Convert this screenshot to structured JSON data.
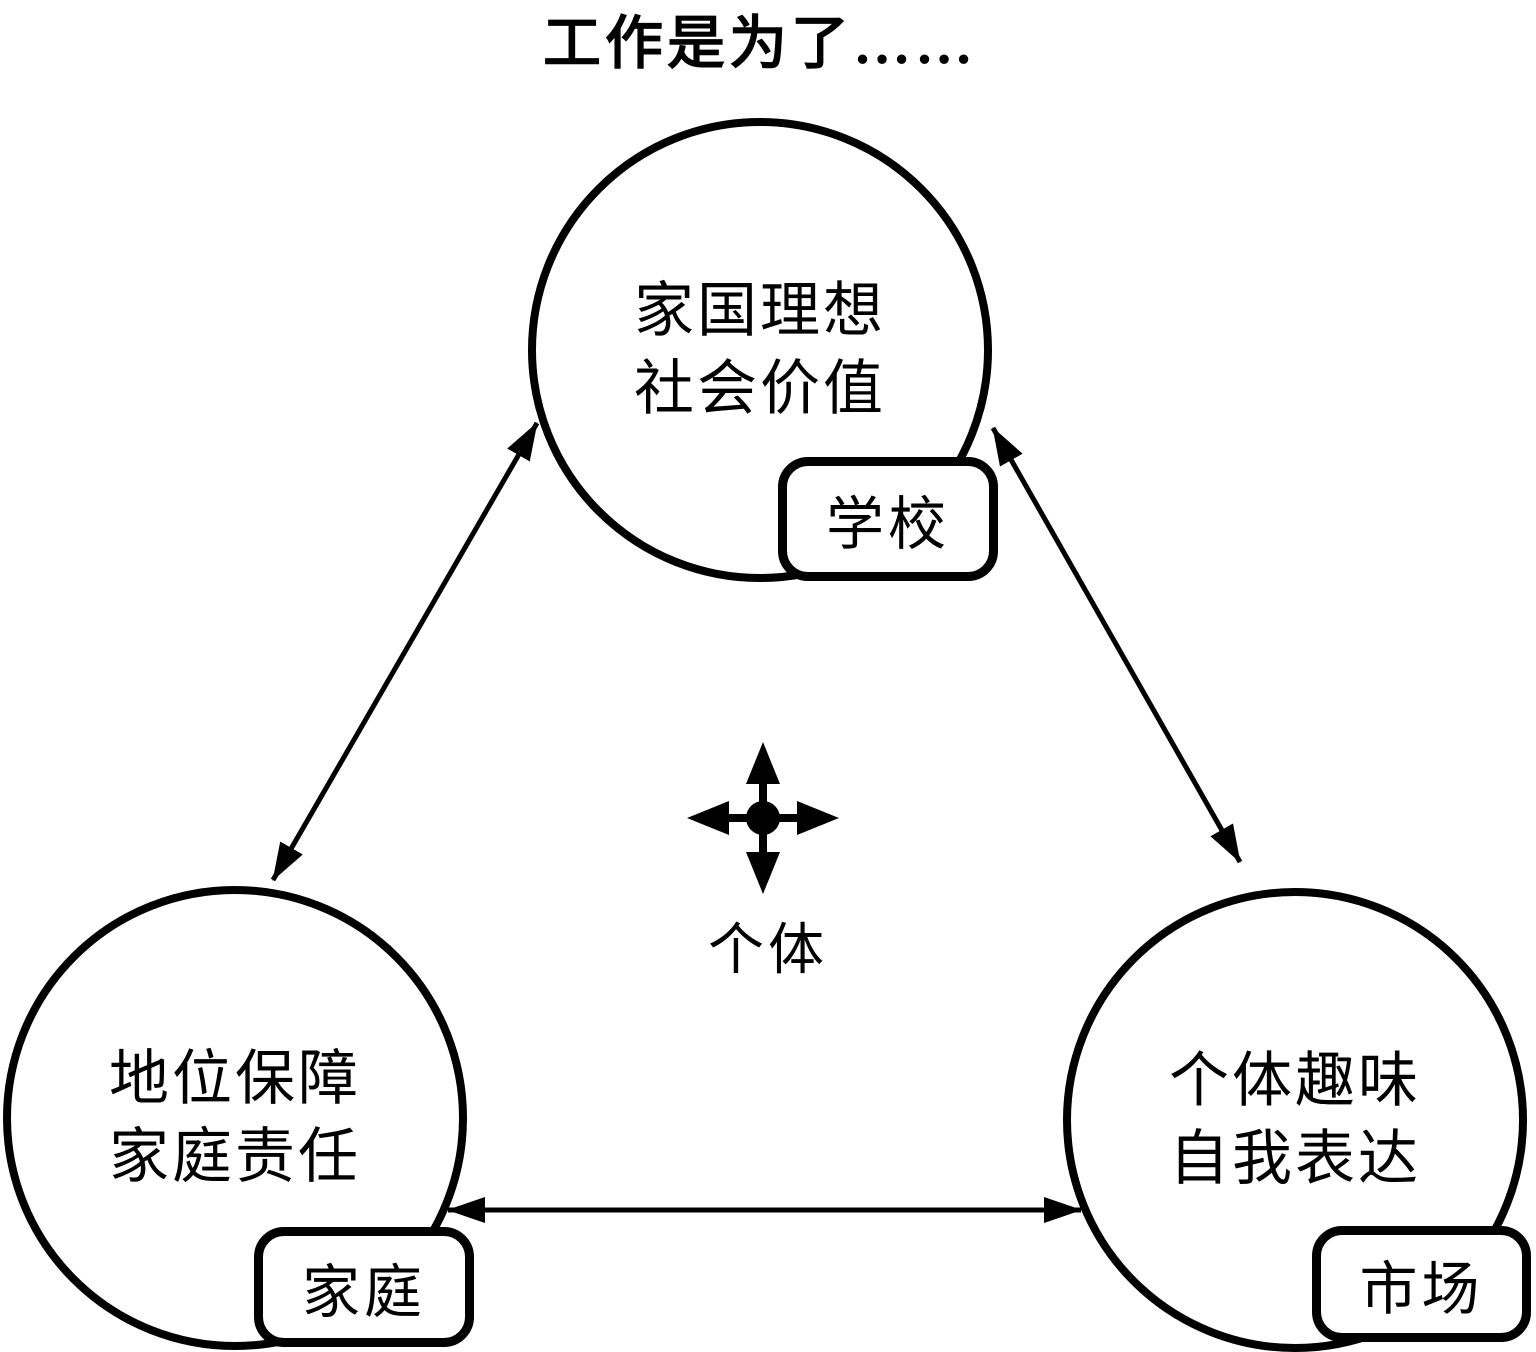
{
  "title": "工作是为了……",
  "nodes": {
    "society": {
      "line1": "家国理想",
      "line2": "社会价值",
      "badge": "学校"
    },
    "family": {
      "line1": "地位保障",
      "line2": "家庭责任",
      "badge": "家庭"
    },
    "market": {
      "line1": "个体趣味",
      "line2": "自我表达",
      "badge": "市场"
    }
  },
  "center": {
    "label": "个体",
    "icon": "four-way-arrow-icon"
  },
  "connections": [
    {
      "from": "society",
      "to": "family",
      "style": "double-headed"
    },
    {
      "from": "society",
      "to": "market",
      "style": "double-headed"
    },
    {
      "from": "family",
      "to": "market",
      "style": "double-headed"
    }
  ],
  "colors": {
    "stroke": "#000000",
    "background": "#ffffff"
  }
}
